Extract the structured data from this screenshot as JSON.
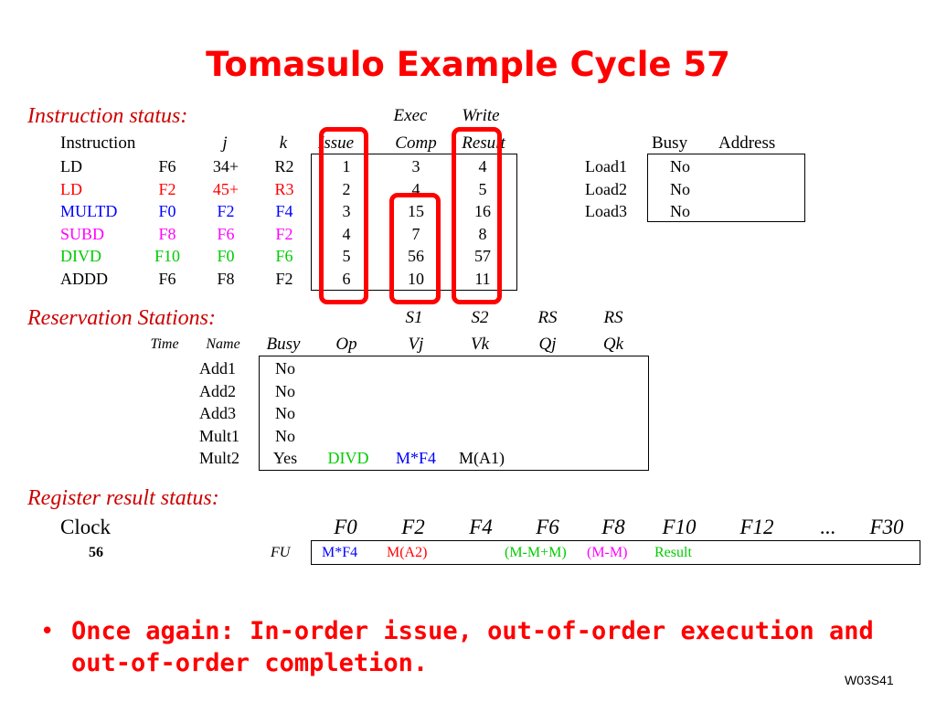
{
  "title": "Tomasulo Example Cycle 57",
  "colors": {
    "red": "#ff0000",
    "blue": "#0000ff",
    "magenta": "#ff00ff",
    "green": "#00cc00",
    "black": "#000000"
  },
  "instruction_status": {
    "label": "Instruction status:",
    "group_headers": {
      "exec": "Exec",
      "write": "Write"
    },
    "headers": {
      "instruction": "Instruction",
      "j": "j",
      "k": "k",
      "issue": "Issue",
      "comp": "Comp",
      "result": "Result"
    },
    "rows": [
      {
        "op": "LD",
        "dest": "F6",
        "j": "34+",
        "k": "R2",
        "issue": "1",
        "comp": "3",
        "result": "4",
        "color": "#000000"
      },
      {
        "op": "LD",
        "dest": "F2",
        "j": "45+",
        "k": "R3",
        "issue": "2",
        "comp": "4",
        "result": "5",
        "color": "#ff0000"
      },
      {
        "op": "MULTD",
        "dest": "F0",
        "j": "F2",
        "k": "F4",
        "issue": "3",
        "comp": "15",
        "result": "16",
        "color": "#0000ff"
      },
      {
        "op": "SUBD",
        "dest": "F8",
        "j": "F6",
        "k": "F2",
        "issue": "4",
        "comp": "7",
        "result": "8",
        "color": "#ff00ff"
      },
      {
        "op": "DIVD",
        "dest": "F10",
        "j": "F0",
        "k": "F6",
        "issue": "5",
        "comp": "56",
        "result": "57",
        "color": "#00cc00"
      },
      {
        "op": "ADDD",
        "dest": "F6",
        "j": "F8",
        "k": "F2",
        "issue": "6",
        "comp": "10",
        "result": "11",
        "color": "#000000"
      }
    ]
  },
  "load_buffers": {
    "headers": {
      "busy": "Busy",
      "address": "Address"
    },
    "rows": [
      {
        "name": "Load1",
        "busy": "No",
        "address": ""
      },
      {
        "name": "Load2",
        "busy": "No",
        "address": ""
      },
      {
        "name": "Load3",
        "busy": "No",
        "address": ""
      }
    ]
  },
  "reservation_stations": {
    "label": "Reservation Stations:",
    "group_headers": {
      "s1": "S1",
      "s2": "S2",
      "rs1": "RS",
      "rs2": "RS"
    },
    "headers": {
      "time": "Time",
      "name": "Name",
      "busy": "Busy",
      "op": "Op",
      "vj": "Vj",
      "vk": "Vk",
      "qj": "Qj",
      "qk": "Qk"
    },
    "rows": [
      {
        "time": "",
        "name": "Add1",
        "busy": "No",
        "op": "",
        "vj": "",
        "vk": "",
        "qj": "",
        "qk": ""
      },
      {
        "time": "",
        "name": "Add2",
        "busy": "No",
        "op": "",
        "vj": "",
        "vk": "",
        "qj": "",
        "qk": ""
      },
      {
        "time": "",
        "name": "Add3",
        "busy": "No",
        "op": "",
        "vj": "",
        "vk": "",
        "qj": "",
        "qk": ""
      },
      {
        "time": "",
        "name": "Mult1",
        "busy": "No",
        "op": "",
        "vj": "",
        "vk": "",
        "qj": "",
        "qk": ""
      },
      {
        "time": "",
        "name": "Mult2",
        "busy": "Yes",
        "op": "DIVD",
        "vj": "M*F4",
        "vk": "M(A1)",
        "qj": "",
        "qk": ""
      }
    ]
  },
  "register_status": {
    "label": "Register result status:",
    "clock_label": "Clock",
    "clock_value": "56",
    "fu_label": "FU",
    "registers": [
      {
        "name": "F0",
        "value": "M*F4",
        "color": "#0000ff"
      },
      {
        "name": "F2",
        "value": "M(A2)",
        "color": "#ff0000"
      },
      {
        "name": "F4",
        "value": "",
        "color": "#000000"
      },
      {
        "name": "F6",
        "value": "(M-M+M)",
        "color": "#00cc00"
      },
      {
        "name": "F8",
        "value": "(M-M)",
        "color": "#ff00ff"
      },
      {
        "name": "F10",
        "value": "Result",
        "color": "#00cc00"
      },
      {
        "name": "F12",
        "value": "",
        "color": "#000000"
      },
      {
        "name": "...",
        "value": "",
        "color": "#000000"
      },
      {
        "name": "F30",
        "value": "",
        "color": "#000000"
      }
    ]
  },
  "bullet": "Once again: In-order issue, out-of-order execution and out-of-order completion.",
  "footer": "W03S41"
}
